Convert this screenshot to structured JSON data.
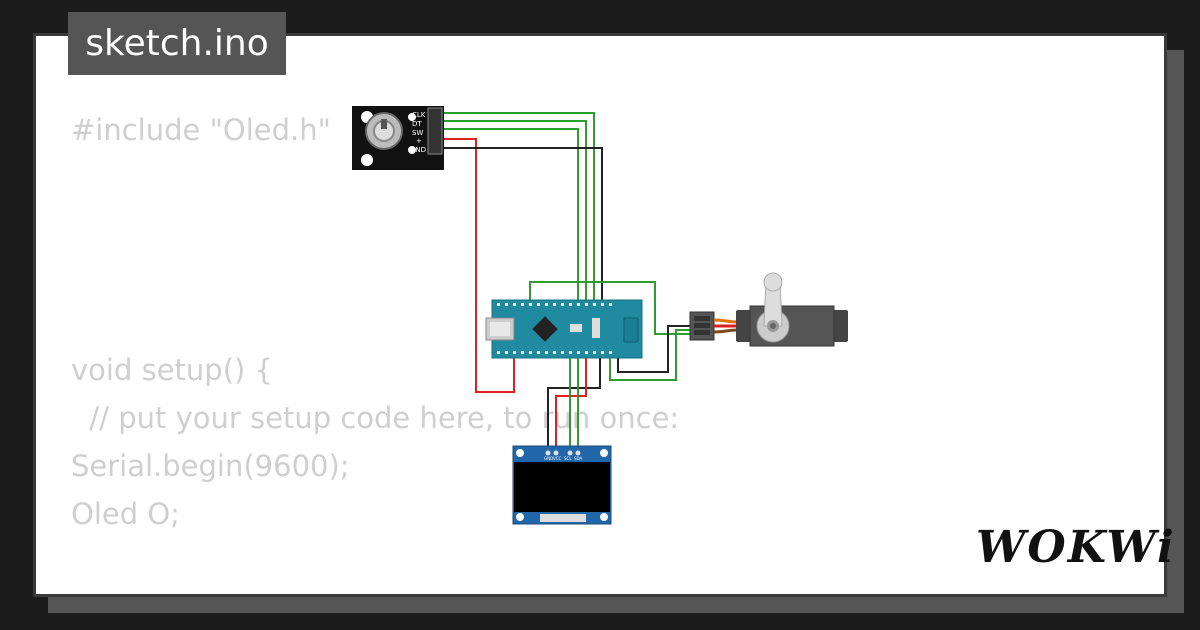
{
  "tab": {
    "filename": "sketch.ino"
  },
  "code": {
    "lines": [
      "#include \"Oled.h\"",
      "",
      "",
      "",
      "",
      "void setup() {",
      "  // put your setup code here, to run once:",
      "Serial.begin(9600);",
      "Oled O;",
      "",
      "}"
    ]
  },
  "encoder": {
    "pins": [
      "CLK",
      "DT",
      "SW",
      "+",
      "GND"
    ]
  },
  "oled": {
    "pins": [
      "GND",
      "VCC",
      "SCL",
      "SDA"
    ]
  },
  "brand": {
    "logo": "WOKWi"
  },
  "colors": {
    "wire_green": "#2e9e2e",
    "wire_black": "#222222",
    "wire_red": "#e02020",
    "board": "#1f8aa0"
  }
}
